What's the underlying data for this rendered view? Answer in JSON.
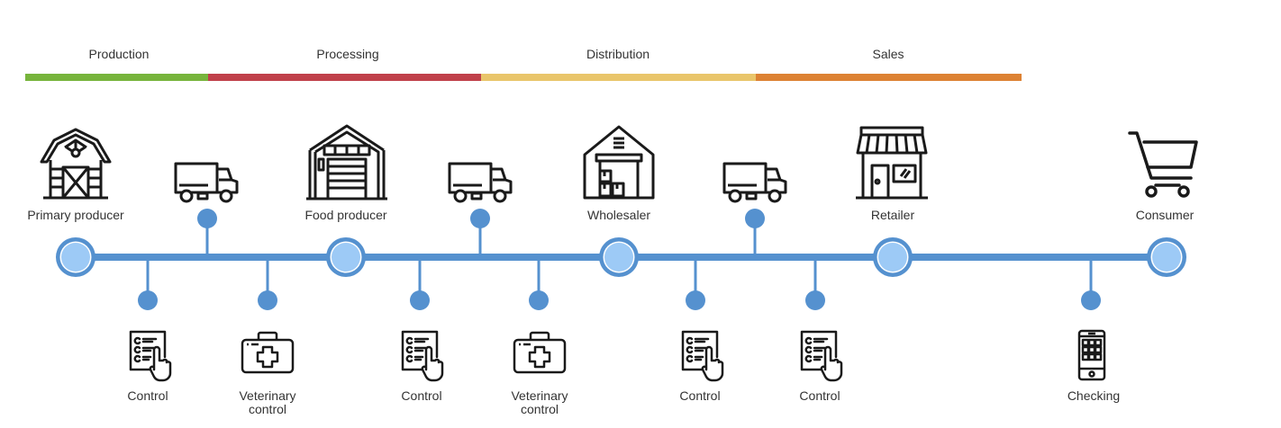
{
  "diagram": {
    "type": "food-supply-chain-timeline",
    "colors": {
      "line": "#5591CF",
      "node_fill": "#9DCAF6",
      "node_gap": "#ffffff",
      "icon_stroke": "#1a1a1a"
    },
    "phases": [
      {
        "label": "Production",
        "color": "#77B43C"
      },
      {
        "label": "Processing",
        "color": "#C0404A"
      },
      {
        "label": "Distribution",
        "color": "#E9C56A"
      },
      {
        "label": "Sales",
        "color": "#DD8233"
      }
    ],
    "stages": [
      {
        "label": "Primary producer",
        "icon": "barn-icon"
      },
      {
        "label": "Food producer",
        "icon": "factory-icon"
      },
      {
        "label": "Wholesaler",
        "icon": "warehouse-icon"
      },
      {
        "label": "Retailer",
        "icon": "shop-icon"
      },
      {
        "label": "Consumer",
        "icon": "shopping-cart-icon"
      }
    ],
    "transports": [
      {
        "icon": "truck-icon"
      },
      {
        "icon": "truck-icon"
      },
      {
        "icon": "truck-icon"
      }
    ],
    "checks": [
      {
        "label": "Control",
        "icon": "checklist-icon"
      },
      {
        "label": "Veterinary control",
        "label_lines": [
          "Veterinary",
          "control"
        ],
        "icon": "medical-kit-icon"
      },
      {
        "label": "Control",
        "icon": "checklist-icon"
      },
      {
        "label": "Veterinary control",
        "label_lines": [
          "Veterinary",
          "control"
        ],
        "icon": "medical-kit-icon"
      },
      {
        "label": "Control",
        "icon": "checklist-icon"
      },
      {
        "label": "Control",
        "icon": "checklist-icon"
      },
      {
        "label": "Checking",
        "icon": "smartphone-icon"
      }
    ]
  }
}
